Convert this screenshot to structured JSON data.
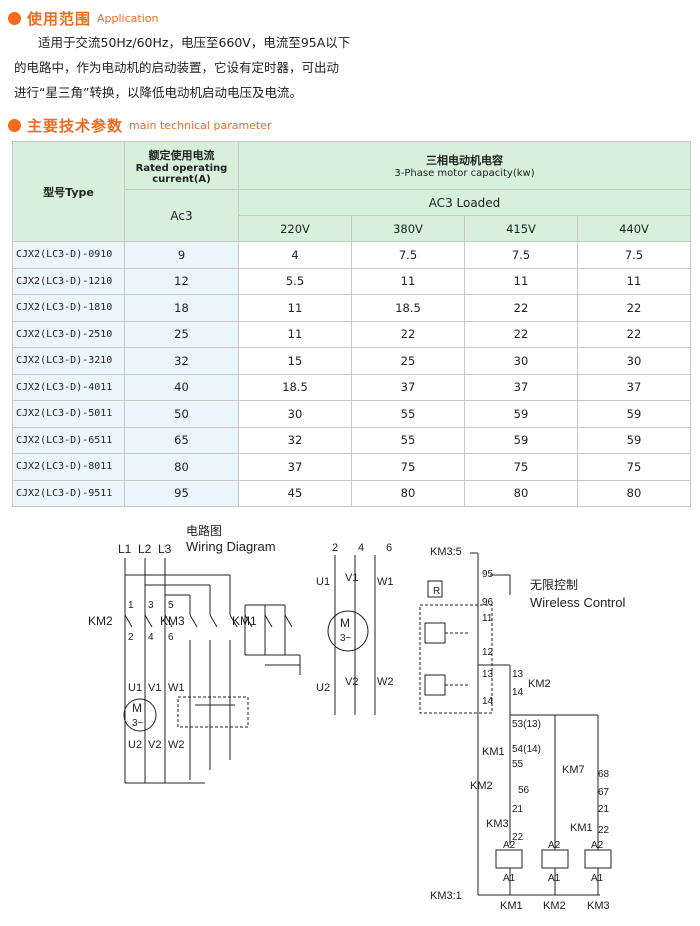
{
  "application": {
    "title_cn": "使用范围",
    "title_en": "Application",
    "line1": "适用于交流50Hz/60Hz，电压至660V，电流至95A以下",
    "line2": "的电路中，作为电动机的启动装置，它设有定时器，可出动",
    "line3": "进行“星三角”转换，以降低电动机启动电压及电流。"
  },
  "params": {
    "title_cn": "主要技术参数",
    "title_en": "main technical parameter"
  },
  "table": {
    "model_header": "型号Type",
    "current_header_cn": "额定使用电流",
    "current_header_en1": "Rated operating",
    "current_header_en2": "current(A)",
    "capacity_header_cn": "三相电动机电容",
    "capacity_header_en": "3-Phase motor capacity(kw)",
    "ac3_label": "Ac3",
    "ac3_loaded": "AC3  Loaded",
    "voltages": [
      "220V",
      "380V",
      "415V",
      "440V"
    ],
    "rows": [
      {
        "model": "CJX2(LC3-D)-0910",
        "current": "9",
        "v220": "4",
        "v380": "7.5",
        "v415": "7.5",
        "v440": "7.5"
      },
      {
        "model": "CJX2(LC3-D)-1210",
        "current": "12",
        "v220": "5.5",
        "v380": "11",
        "v415": "11",
        "v440": "11"
      },
      {
        "model": "CJX2(LC3-D)-1810",
        "current": "18",
        "v220": "11",
        "v380": "18.5",
        "v415": "22",
        "v440": "22"
      },
      {
        "model": "CJX2(LC3-D)-2510",
        "current": "25",
        "v220": "11",
        "v380": "22",
        "v415": "22",
        "v440": "22"
      },
      {
        "model": "CJX2(LC3-D)-3210",
        "current": "32",
        "v220": "15",
        "v380": "25",
        "v415": "30",
        "v440": "30"
      },
      {
        "model": "CJX2(LC3-D)-4011",
        "current": "40",
        "v220": "18.5",
        "v380": "37",
        "v415": "37",
        "v440": "37"
      },
      {
        "model": "CJX2(LC3-D)-5011",
        "current": "50",
        "v220": "30",
        "v380": "55",
        "v415": "59",
        "v440": "59"
      },
      {
        "model": "CJX2(LC3-D)-6511",
        "current": "65",
        "v220": "32",
        "v380": "55",
        "v415": "59",
        "v440": "59"
      },
      {
        "model": "CJX2(LC3-D)-8011",
        "current": "80",
        "v220": "37",
        "v380": "75",
        "v415": "75",
        "v440": "75"
      },
      {
        "model": "CJX2(LC3-D)-9511",
        "current": "95",
        "v220": "45",
        "v380": "80",
        "v415": "80",
        "v440": "80"
      }
    ]
  },
  "diagram": {
    "title_cn": "电路图",
    "title_en": "Wiring Diagram",
    "wireless_cn": "无限控制",
    "wireless_en": "Wireless Control",
    "L1": "L1",
    "L2": "L2",
    "L3": "L3",
    "KM1": "KM1",
    "KM2": "KM2",
    "KM3": "KM3",
    "KM7": "KM7",
    "M": "M",
    "M3": "3~",
    "U1": "U1",
    "V1": "V1",
    "W1": "W1",
    "U2": "U2",
    "V2": "V2",
    "W2": "W2",
    "n1": "1",
    "n2": "2",
    "n3": "3",
    "n4": "4",
    "n5": "5",
    "n6": "6",
    "km3_5": "KM3:5",
    "km3_1": "KM3:1",
    "R": "R",
    "c95": "95",
    "c96": "96",
    "c11": "11",
    "c12": "12",
    "c13": "13",
    "c14": "14",
    "c53": "53(13)",
    "c54": "54(14)",
    "c55": "55",
    "c56": "56",
    "c21": "21",
    "c22": "22",
    "c67": "67",
    "c68": "68",
    "A1": "A1",
    "A2": "A2"
  }
}
